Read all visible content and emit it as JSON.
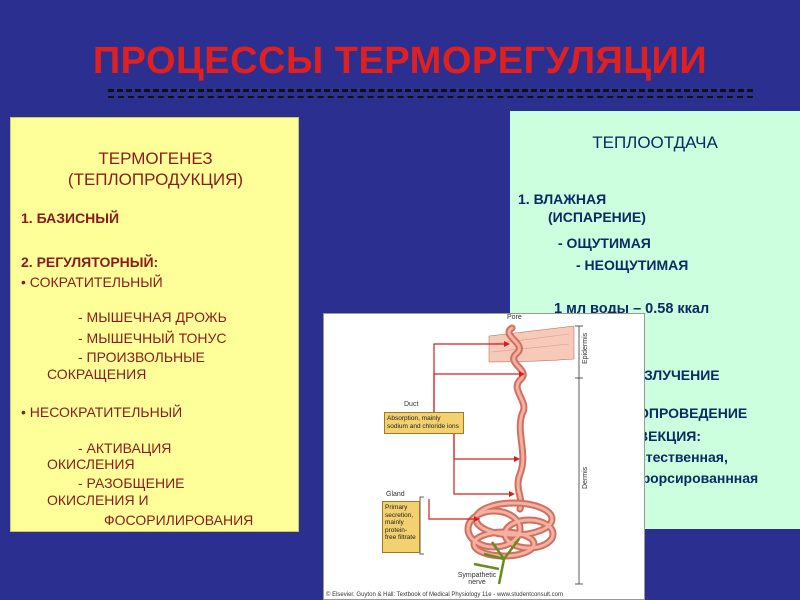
{
  "title": "ПРОЦЕССЫ ТЕРМОРЕГУЛЯЦИИ",
  "left": {
    "head_line1": "ТЕРМОГЕНЕЗ",
    "head_line2": "(ТЕПЛОПРОДУКЦИЯ)",
    "item1": "1.  БАЗИСНЫЙ",
    "item2": "2.  РЕГУЛЯТОРНЫЙ:",
    "contractile": "•   СОКРАТИТЕЛЬНЫЙ",
    "c1": "-  МЫШЕЧНАЯ ДРОЖЬ",
    "c2": "-  МЫШЕЧНЫЙ ТОНУС",
    "c3a": "-  ПРОИЗВОЛЬНЫЕ",
    "c3b": "СОКРАЩЕНИЯ",
    "noncontractile": "•   НЕСОКРАТИТЕЛЬНЫЙ",
    "n1a": "-  АКТИВАЦИЯ",
    "n1b": "ОКИСЛЕНИЯ",
    "n2a": "-  РАЗОБЩЕНИЕ",
    "n2b": "ОКИСЛЕНИЯ И",
    "n2c": "ФОСОРИЛИРОВАНИЯ"
  },
  "right": {
    "head": "ТЕПЛООТДАЧА",
    "i1a": "1.  ВЛАЖНАЯ",
    "i1b": "(ИСПАРЕНИЕ)",
    "i1c": "- ОЩУТИМАЯ",
    "i1d": "-  НЕОЩУТИМАЯ",
    "ratio": "1 мл воды – 0.58 ккал",
    "r2": "ЗЛУЧЕНИЕ",
    "r3": "ОПРОВЕДЕНИЕ",
    "r4": "ВЕКЦИЯ:",
    "r5": "стественная,",
    "r6": "форсированнная"
  },
  "figure": {
    "pore": "Pore",
    "epidermis": "Epidermis",
    "dermis": "Dermis",
    "duct": "Duct",
    "absorption": "Absorption, mainly sodium and chloride ions",
    "gland": "Gland",
    "primary": "Primary secretion, mainly protein-free filtrate",
    "nerve": "Sympathetic nerve",
    "credit": "© Elsevier. Guyton & Hall: Textbook of Medical Physiology 11e - www.studentconsult.com"
  }
}
